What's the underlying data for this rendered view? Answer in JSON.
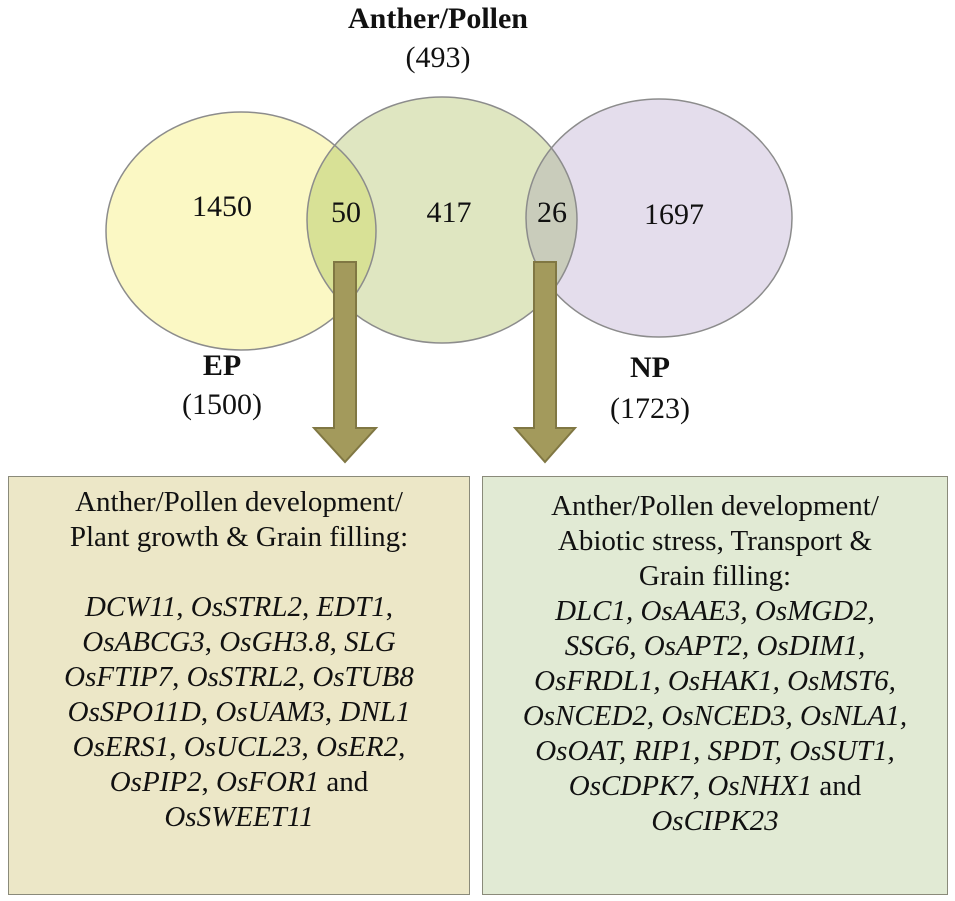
{
  "colors": {
    "ep_circle": "#fbf8c4",
    "anther_circle": "#dfe6c1",
    "np_circle": "#e4ddec",
    "ep_anther_overlap": "#d8e196",
    "anther_np_overlap": "#c9ccbb",
    "circle_stroke": "#8c8c8c",
    "arrow_fill": "#a39a5c",
    "arrow_stroke": "#807743",
    "box_left_bg": "#ece7c7",
    "box_right_bg": "#e1ead4"
  },
  "sets": {
    "anther": {
      "name": "Anther/Pollen",
      "total": "(493)"
    },
    "ep": {
      "name": "EP",
      "total": "(1500)"
    },
    "np": {
      "name": "NP",
      "total": "(1723)"
    }
  },
  "regions": {
    "ep_only": "1450",
    "ep_anther": "50",
    "anther_only": "417",
    "anther_np": "26",
    "np_only": "1697"
  },
  "box_left": {
    "heading": [
      "Anther/Pollen development/",
      "Plant growth & Grain filling:"
    ],
    "lines": [
      [
        {
          "t": "DCW11",
          "i": true
        },
        {
          "t": ", ",
          "i": false
        },
        {
          "t": "OsSTRL2",
          "i": true
        },
        {
          "t": ", ",
          "i": false
        },
        {
          "t": "EDT1",
          "i": true
        },
        {
          "t": ",",
          "i": false
        }
      ],
      [
        {
          "t": "OsABCG3",
          "i": true
        },
        {
          "t": ", ",
          "i": false
        },
        {
          "t": "OsGH3.8",
          "i": true
        },
        {
          "t": ", ",
          "i": false
        },
        {
          "t": "SLG",
          "i": true
        }
      ],
      [
        {
          "t": "OsFTIP7",
          "i": true
        },
        {
          "t": ", ",
          "i": false
        },
        {
          "t": "OsSTRL2",
          "i": true
        },
        {
          "t": ", ",
          "i": false
        },
        {
          "t": "OsTUB8",
          "i": true
        }
      ],
      [
        {
          "t": "OsSPO11D",
          "i": true
        },
        {
          "t": ", ",
          "i": false
        },
        {
          "t": "OsUAM3",
          "i": true
        },
        {
          "t": ", ",
          "i": false
        },
        {
          "t": "DNL1",
          "i": true
        }
      ],
      [
        {
          "t": "OsERS1",
          "i": true
        },
        {
          "t": ", ",
          "i": false
        },
        {
          "t": "OsUCL23",
          "i": true
        },
        {
          "t": ", ",
          "i": false
        },
        {
          "t": "OsER2",
          "i": true
        },
        {
          "t": ",",
          "i": false
        }
      ],
      [
        {
          "t": "OsPIP2",
          "i": true
        },
        {
          "t": ", ",
          "i": false
        },
        {
          "t": "OsFOR1",
          "i": true
        },
        {
          "t": " and",
          "i": false
        }
      ],
      [
        {
          "t": "OsSWEET11",
          "i": true
        }
      ]
    ]
  },
  "box_right": {
    "heading": [
      "Anther/Pollen development/",
      "Abiotic stress, Transport &",
      "Grain filling:"
    ],
    "lines": [
      [
        {
          "t": "DLC1, OsAAE3, OsMGD2,",
          "i": true
        }
      ],
      [
        {
          "t": "SSG6, OsAPT2, OsDIM1,",
          "i": true
        }
      ],
      [
        {
          "t": "OsFRDL1, OsHAK1, OsMST6,",
          "i": true
        }
      ],
      [
        {
          "t": "OsNCED2, OsNCED3, OsNLA1,",
          "i": true
        }
      ],
      [
        {
          "t": "OsOAT, RIP1, SPDT,  OsSUT1,",
          "i": true
        }
      ],
      [
        {
          "t": "OsCDPK7, OsNHX1",
          "i": true
        },
        {
          "t": " and",
          "i": false
        }
      ],
      [
        {
          "t": "OsCIPK23",
          "i": true
        }
      ]
    ]
  }
}
